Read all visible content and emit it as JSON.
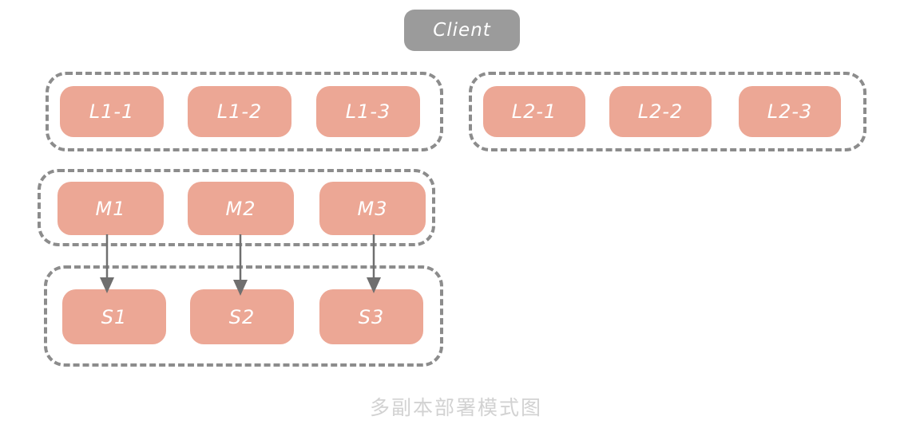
{
  "caption": "多副本部署模式图",
  "client": {
    "label": "Client"
  },
  "groups": [
    {
      "id": "L1",
      "nodes": [
        "L1-1",
        "L1-2",
        "L1-3"
      ]
    },
    {
      "id": "L2",
      "nodes": [
        "L2-1",
        "L2-2",
        "L2-3"
      ]
    },
    {
      "id": "M",
      "nodes": [
        "M1",
        "M2",
        "M3"
      ]
    },
    {
      "id": "S",
      "nodes": [
        "S1",
        "S2",
        "S3"
      ]
    }
  ],
  "edges": [
    {
      "from": "M1",
      "to": "S1"
    },
    {
      "from": "M2",
      "to": "S2"
    },
    {
      "from": "M3",
      "to": "S3"
    }
  ],
  "colors": {
    "node_fill": "#ECA795",
    "client_fill": "#9B9B9B",
    "group_border": "#8C8C8C",
    "arrow": "#6F6F6F",
    "caption_text": "#D2D2D2"
  }
}
